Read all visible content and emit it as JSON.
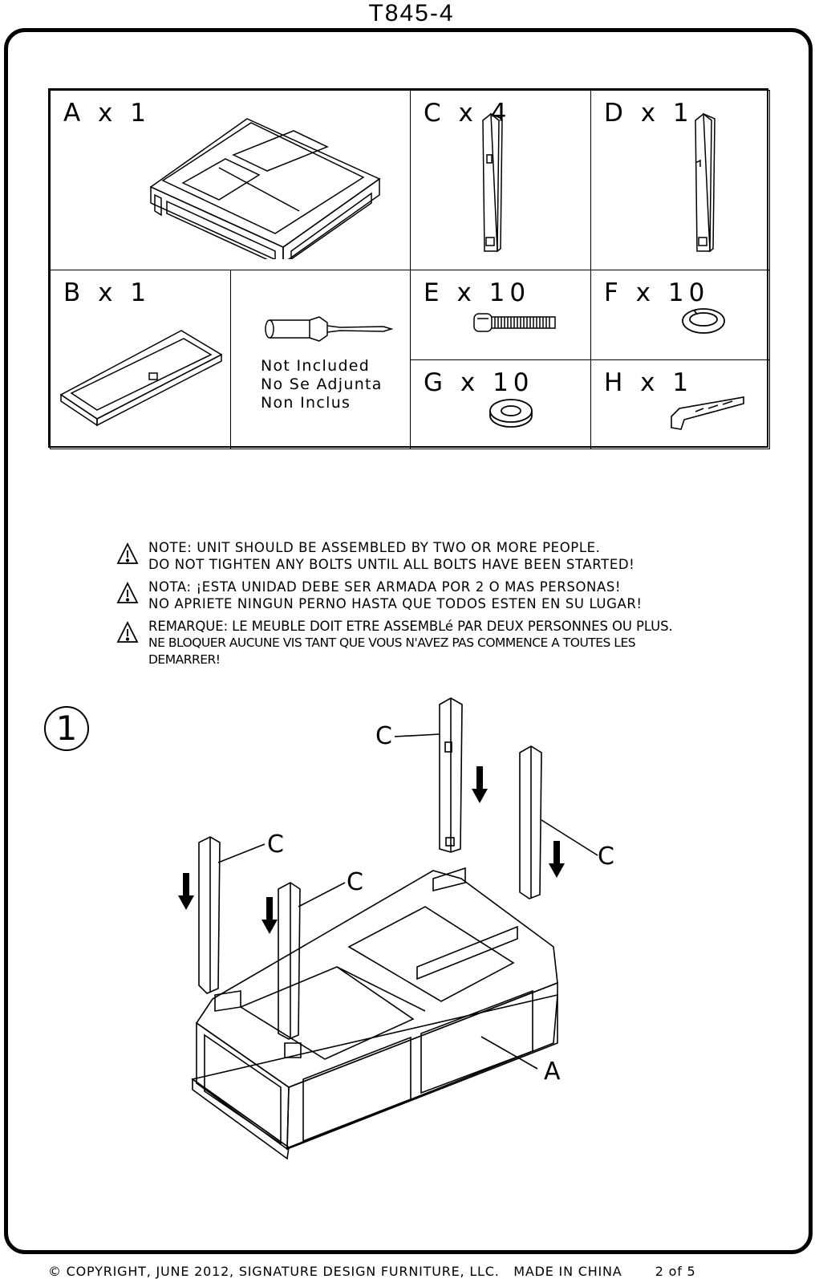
{
  "doc": {
    "title": "T845-4"
  },
  "parts": [
    {
      "id": "A",
      "label": "A x 1"
    },
    {
      "id": "C",
      "label": "C x 4"
    },
    {
      "id": "D",
      "label": "D x 1"
    },
    {
      "id": "B",
      "label": "B x 1"
    },
    {
      "id": "E",
      "label": "E x 10"
    },
    {
      "id": "F",
      "label": "F x 10"
    },
    {
      "id": "G",
      "label": "G x 10"
    },
    {
      "id": "H",
      "label": "H x 1"
    }
  ],
  "tool": {
    "icon": "screwdriver-icon",
    "line1": "Not Included",
    "line2": "No Se Adjunta",
    "line3": "Non Inclus"
  },
  "notes": [
    {
      "line1": "NOTE: UNIT SHOULD BE ASSEMBLED BY TWO OR MORE PEOPLE.",
      "line2": "DO NOT TIGHTEN ANY BOLTS UNTIL ALL BOLTS HAVE BEEN STARTED!"
    },
    {
      "line1": "NOTA: ¡ESTA UNIDAD DEBE SER ARMADA POR 2 O MAS PERSONAS!",
      "line2": "NO APRIETE NINGUN PERNO HASTA QUE TODOS ESTEN EN SU LUGAR!"
    },
    {
      "line1": "REMARQUE: LE MEUBLE DOIT ETRE ASSEMBLé PAR DEUX PERSONNES OU PLUS.",
      "line2": "NE BLOQUER AUCUNE VIS TANT QUE VOUS N'AVEZ PAS COMMENCE A TOUTES LES DEMARRER!"
    }
  ],
  "step": {
    "number": "1",
    "callouts": [
      "C",
      "C",
      "C",
      "C",
      "A"
    ]
  },
  "footer": {
    "copyright": "© COPYRIGHT, JUNE 2012, SIGNATURE DESIGN FURNITURE, LLC.",
    "origin": "MADE IN CHINA",
    "page": "2 of 5"
  }
}
